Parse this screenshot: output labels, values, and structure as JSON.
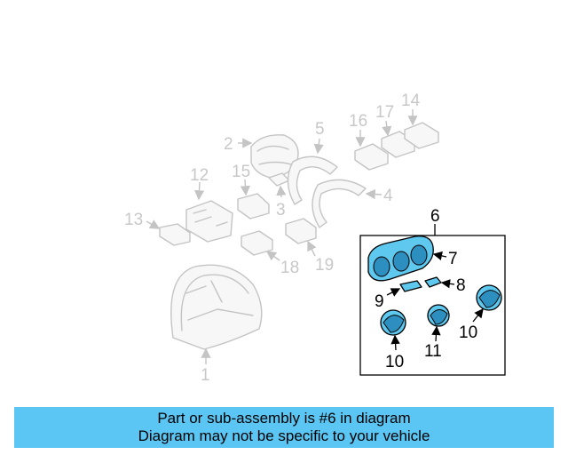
{
  "diagram": {
    "callouts": {
      "c1": "1",
      "c2": "2",
      "c3": "3",
      "c4": "4",
      "c5": "5",
      "c6": "6",
      "c7": "7",
      "c8": "8",
      "c9": "9",
      "c10a": "10",
      "c10b": "10",
      "c11": "11",
      "c12": "12",
      "c13": "13",
      "c14": "14",
      "c15": "15",
      "c16": "16",
      "c17": "17",
      "c18": "18",
      "c19": "19"
    },
    "highlight_color": "#5fc8ee"
  },
  "banner": {
    "line1": "Part or sub-assembly is #6 in diagram",
    "line2": "Diagram may not be specific to your vehicle",
    "color": "#5bc6f4"
  }
}
